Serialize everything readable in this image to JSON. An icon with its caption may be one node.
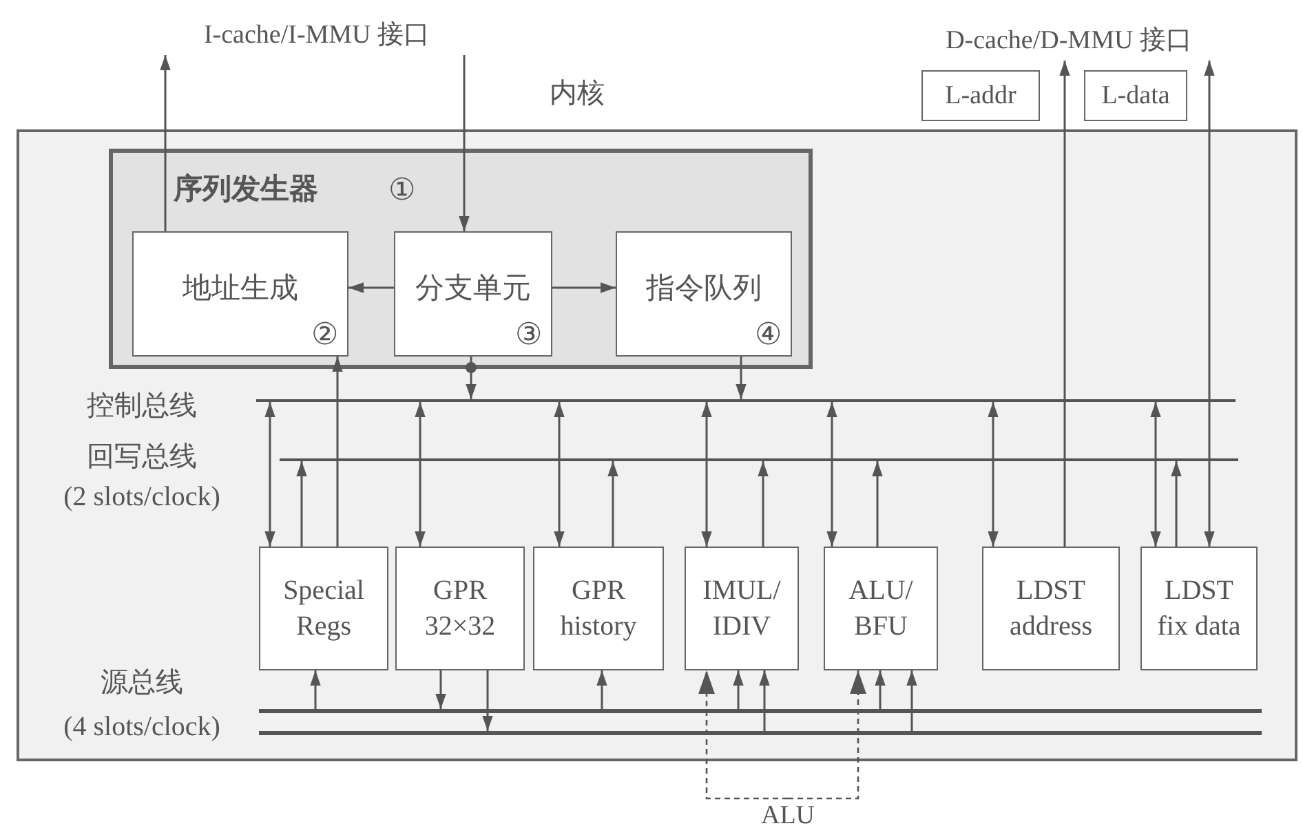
{
  "diagram": {
    "nodes": [
      {
        "text": [
          "内核"
        ]
      },
      {
        "text": [
          "序列发生器",
          "①"
        ],
        "in": 0
      },
      {
        "text": [
          "地址生成",
          "②"
        ],
        "in": 1
      },
      {
        "text": [
          "分支单元",
          "③"
        ],
        "in": 1
      },
      {
        "text": [
          "指令队列",
          "④"
        ],
        "in": 1
      },
      {
        "text": [],
        "shape": "bar",
        "in": 0
      },
      {
        "text": [],
        "shape": "bar",
        "in": 0
      },
      {
        "text": [
          "Special Regs"
        ],
        "in": 0
      },
      {
        "text": [
          "GPR 32×32"
        ],
        "in": 0
      },
      {
        "text": [
          "GPR history"
        ],
        "in": 0
      },
      {
        "text": [
          "IMUL/ IDIV"
        ],
        "in": 0
      },
      {
        "text": [
          "ALU/ BFU"
        ],
        "in": 0
      },
      {
        "text": [
          "LDST address"
        ],
        "in": 0
      },
      {
        "text": [
          "LDST fix data"
        ],
        "in": 0
      },
      {
        "text": [],
        "shape": "bar",
        "in": 0
      },
      {
        "text": [],
        "shape": "bar",
        "in": 0
      },
      {
        "text": [
          "ALU"
        ]
      },
      {
        "text": [
          "I-cache/I-MMU 接口"
        ]
      },
      {
        "text": [
          "D-cache/D-MMU 接口"
        ]
      },
      {
        "text": [
          "L-addr"
        ]
      },
      {
        "text": [
          "L-data"
        ]
      }
    ],
    "edges": [
      {
        "from": 2,
        "to": 17,
        "arrow": "to"
      },
      {
        "from": 17,
        "to": 3,
        "arrow": "to"
      },
      {
        "from": 3,
        "to": 2,
        "arrow": "to"
      },
      {
        "from": 3,
        "to": 4,
        "arrow": "to"
      },
      {
        "from": 3,
        "to": 5,
        "arrow": "to"
      },
      {
        "from": 4,
        "to": 5,
        "arrow": "to"
      },
      {
        "from": 7,
        "to": 2,
        "arrow": "to"
      },
      {
        "from": 7,
        "to": 5,
        "arrow": "both"
      },
      {
        "from": 7,
        "to": 6,
        "arrow": "to"
      },
      {
        "from": 8,
        "to": 5,
        "arrow": "both"
      },
      {
        "from": 9,
        "to": 5,
        "arrow": "both"
      },
      {
        "from": 9,
        "to": 6,
        "arrow": "to"
      },
      {
        "from": 10,
        "to": 5,
        "arrow": "both"
      },
      {
        "from": 10,
        "to": 6,
        "arrow": "to"
      },
      {
        "from": 11,
        "to": 5,
        "arrow": "both"
      },
      {
        "from": 11,
        "to": 6,
        "arrow": "to"
      },
      {
        "from": 12,
        "to": 5,
        "arrow": "both"
      },
      {
        "from": 12,
        "to": 18,
        "arrow": "to"
      },
      {
        "from": 13,
        "to": 5,
        "arrow": "both"
      },
      {
        "from": 13,
        "to": 6,
        "arrow": "to"
      },
      {
        "from": 13,
        "to": 18,
        "arrow": "both"
      },
      {
        "from": 14,
        "to": 7,
        "arrow": "to"
      },
      {
        "from": 8,
        "to": 14,
        "arrow": "to"
      },
      {
        "from": 8,
        "to": 15,
        "arrow": "to"
      },
      {
        "from": 14,
        "to": 9,
        "arrow": "to"
      },
      {
        "from": 16,
        "to": 10,
        "arrow": "to",
        "style": "dashed"
      },
      {
        "from": 14,
        "to": 10,
        "arrow": "to"
      },
      {
        "from": 15,
        "to": 10,
        "arrow": "to"
      },
      {
        "from": 16,
        "to": 11,
        "arrow": "to",
        "style": "dashed"
      },
      {
        "from": 14,
        "to": 11,
        "arrow": "to"
      },
      {
        "from": 15,
        "to": 11,
        "arrow": "to"
      }
    ],
    "labels": [
      "控制总线",
      "回写总线",
      "(2 slots/clock)",
      "源总线",
      "(4 slots/clock)"
    ]
  }
}
